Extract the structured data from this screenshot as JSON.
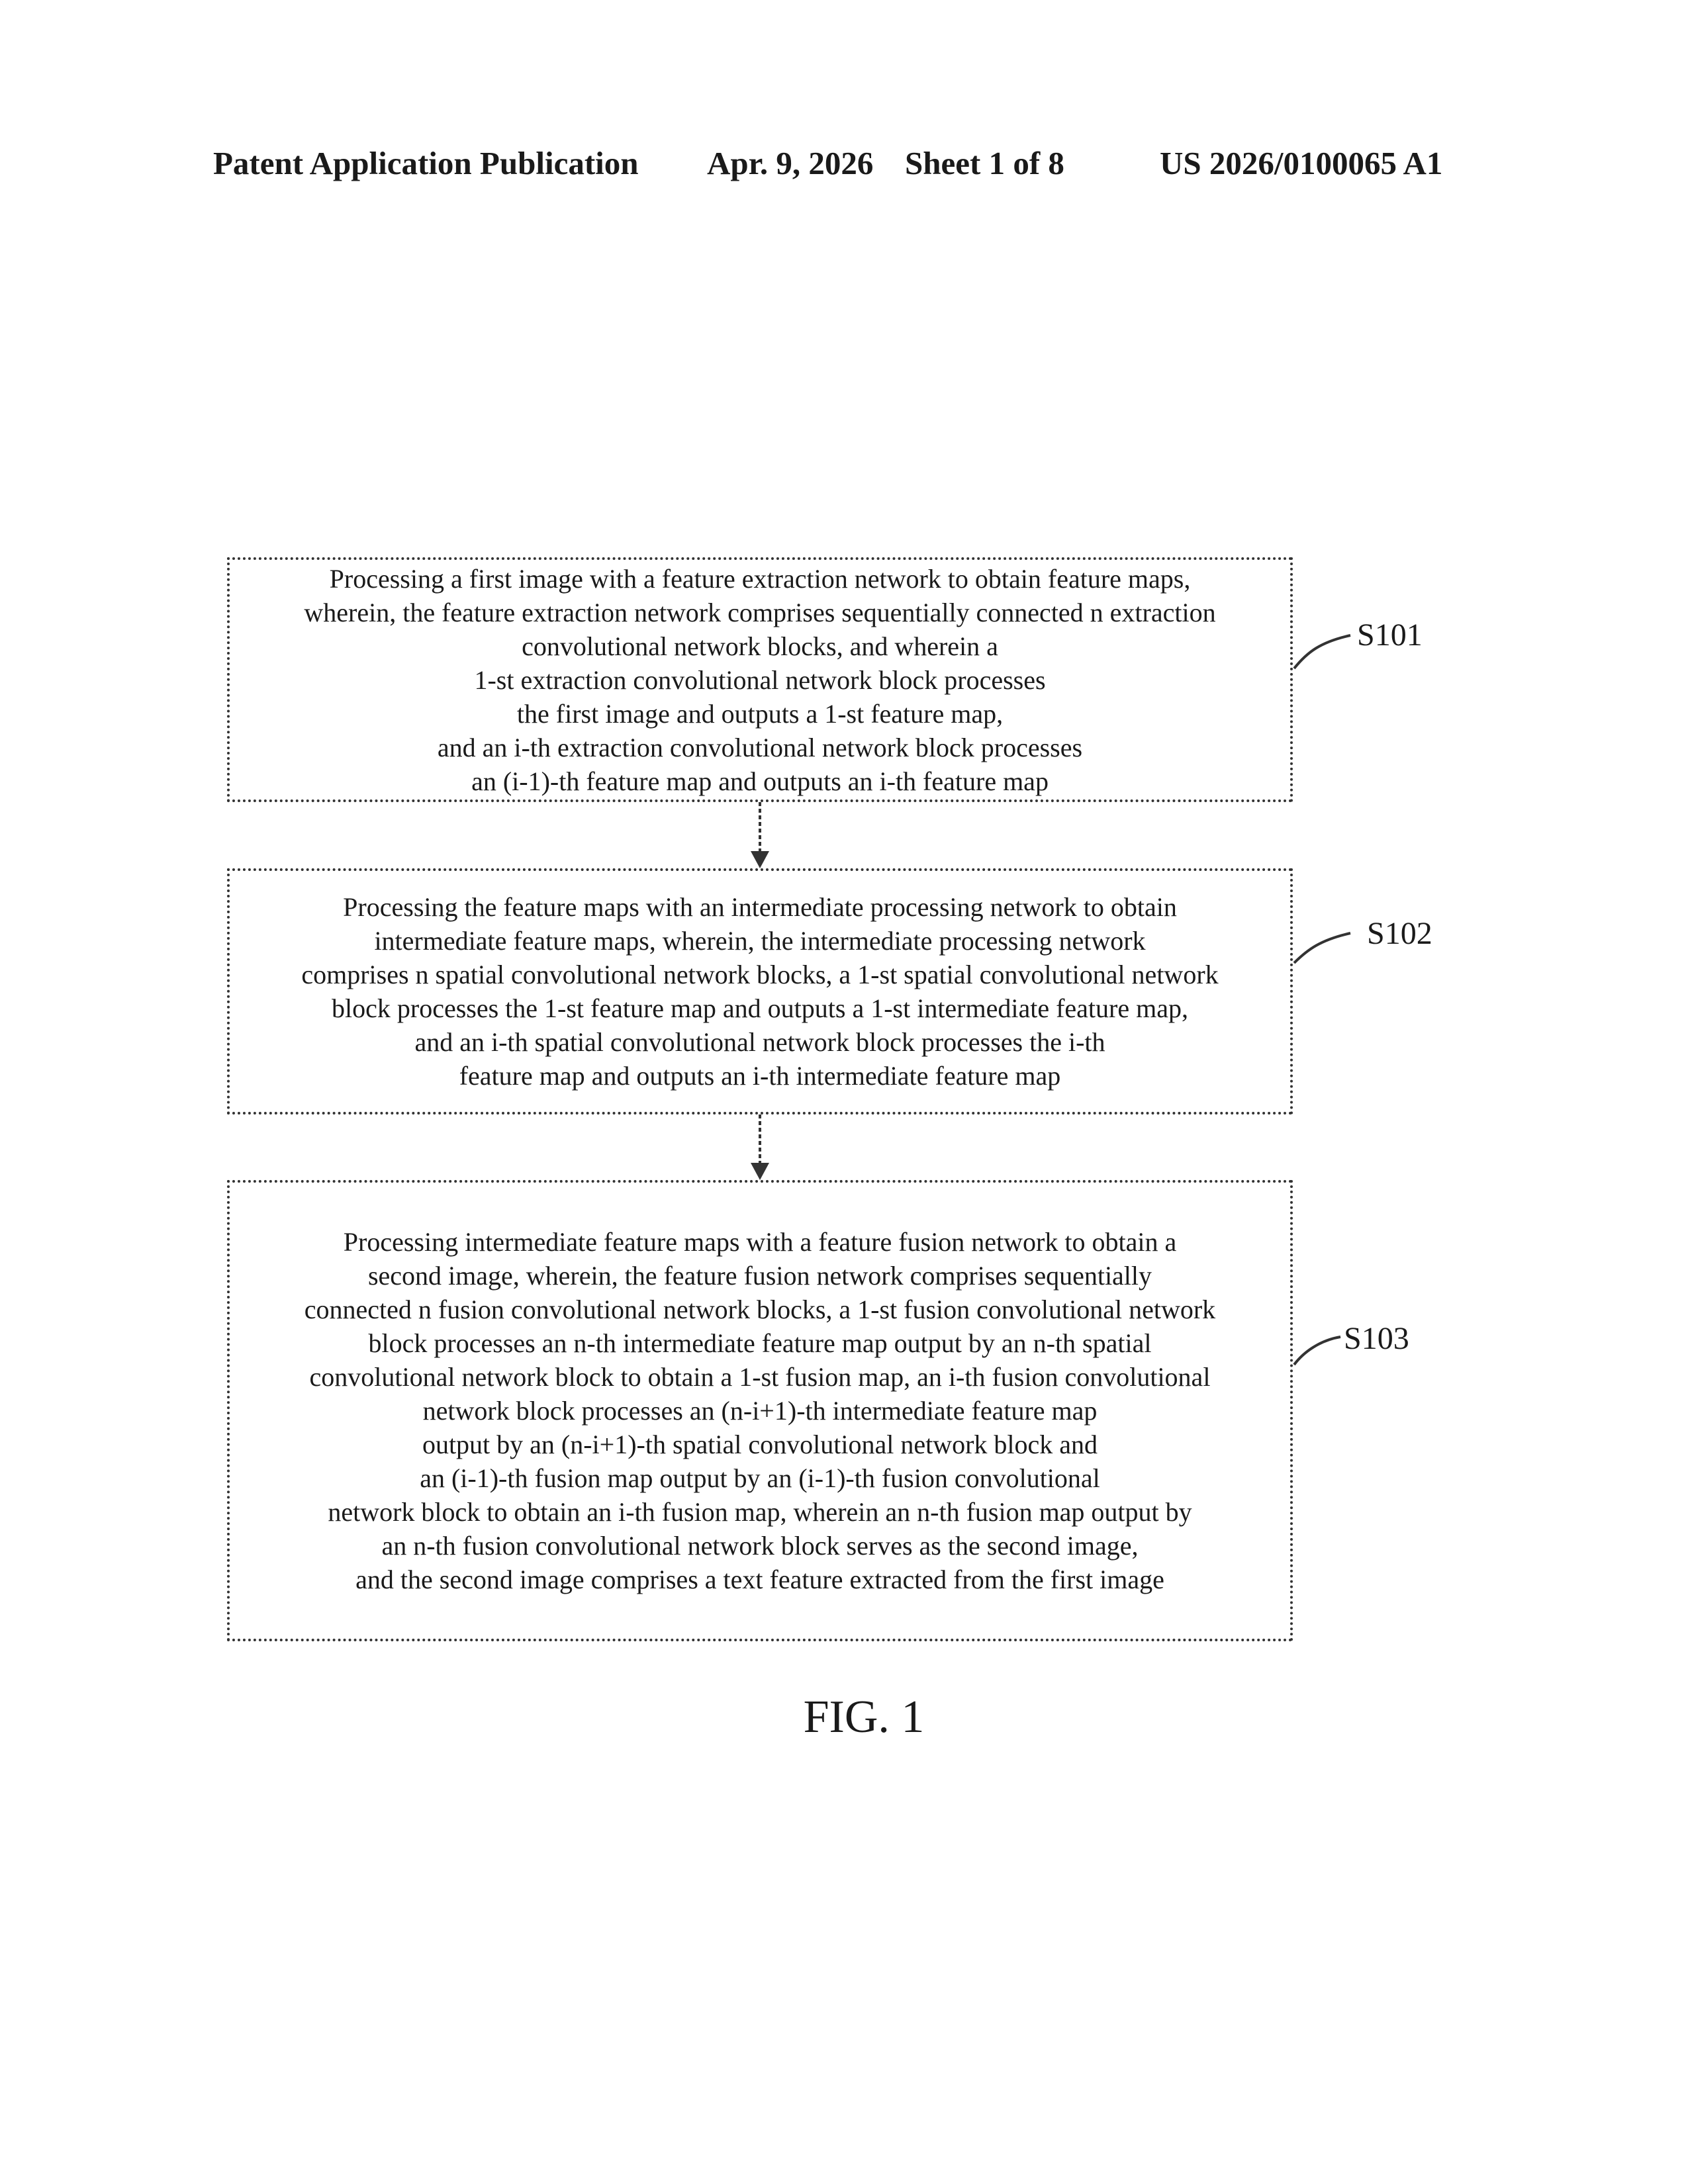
{
  "header": {
    "publication": "Patent Application Publication",
    "date": "Apr. 9, 2026",
    "sheet": "Sheet 1 of 8",
    "number": "US 2026/0100065 A1"
  },
  "steps": [
    {
      "label": "S101",
      "lines": [
        "Processing a first image with a feature extraction network to obtain feature maps,",
        "wherein, the feature extraction network comprises sequentially connected n extraction",
        "convolutional network blocks, and wherein a",
        "1-st extraction convolutional network block processes",
        "the first image and outputs a 1-st feature map,",
        "and an i-th extraction convolutional network block processes",
        "an (i-1)-th feature map and outputs an i-th feature map"
      ]
    },
    {
      "label": "S102",
      "lines": [
        "Processing the feature maps with an intermediate processing network to obtain",
        "intermediate feature maps, wherein, the intermediate processing network",
        "comprises n spatial convolutional network blocks, a 1-st spatial convolutional network",
        "block processes the 1-st feature map and outputs a 1-st intermediate feature map,",
        "and an i-th spatial convolutional network block processes the i-th",
        "feature map and outputs an i-th intermediate feature map"
      ]
    },
    {
      "label": "S103",
      "lines": [
        "Processing intermediate feature maps with a feature fusion network to obtain a",
        "second image, wherein, the feature fusion network comprises sequentially",
        "connected n fusion convolutional network blocks, a 1-st fusion convolutional network",
        "block processes an n-th intermediate feature map output by an n-th spatial",
        "convolutional network block to obtain a 1-st fusion map, an i-th fusion convolutional",
        "network block processes an (n-i+1)-th intermediate feature map",
        "output by an (n-i+1)-th spatial convolutional network block and",
        "an (i-1)-th fusion map output by an (i-1)-th fusion convolutional",
        "network block to obtain an i-th fusion map, wherein an n-th fusion map output by",
        "an n-th fusion convolutional network block serves as the second image,",
        "and the second image comprises a text feature extracted from the first image"
      ]
    }
  ],
  "figure_label": "FIG. 1"
}
